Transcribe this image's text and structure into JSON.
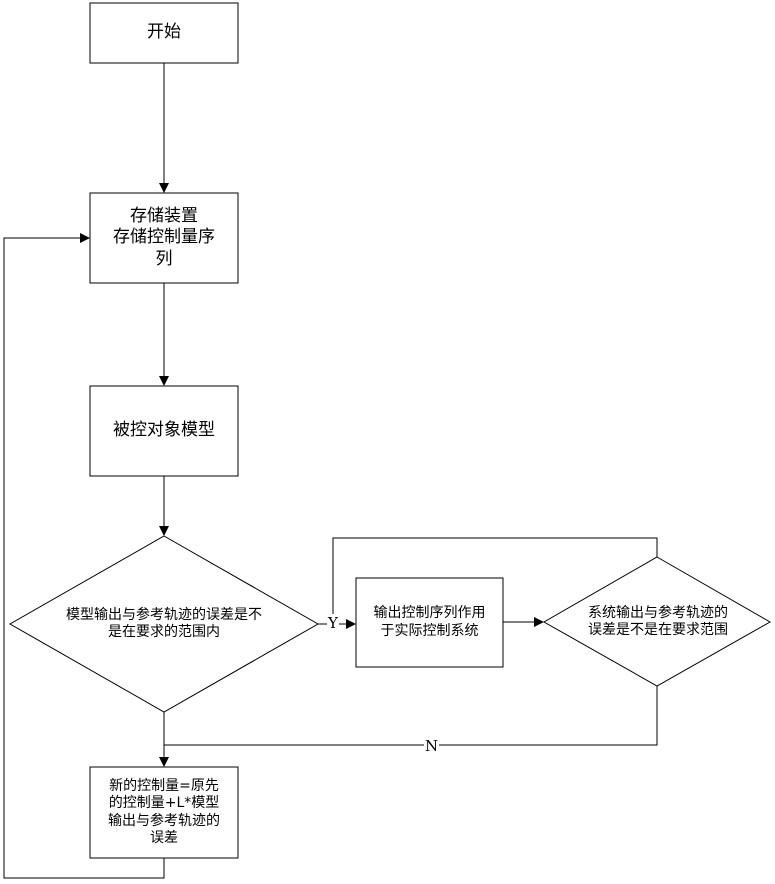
{
  "nodes": {
    "start": "开始",
    "store": {
      "line1": "存储装置",
      "line2": "存储控制量序",
      "line3": "列"
    },
    "model": "被控对象模型",
    "decision1": {
      "line1": "模型输出与参考轨迹的误差是不",
      "line2": "是在要求的范围内"
    },
    "apply": {
      "line1": "输出控制序列作用",
      "line2": "于实际控制系统"
    },
    "decision2": {
      "line1": "系统输出与参考轨迹的",
      "line2": "误差是不是在要求范围"
    },
    "update": {
      "line1": "新的控制量=原先",
      "line2": "的控制量+L*模型",
      "line3": "输出与参考轨迹的",
      "line4": "误差"
    }
  },
  "edge_labels": {
    "yes": "Y",
    "no": "N"
  },
  "colors": {
    "stroke": "#000000",
    "background": "#ffffff"
  }
}
